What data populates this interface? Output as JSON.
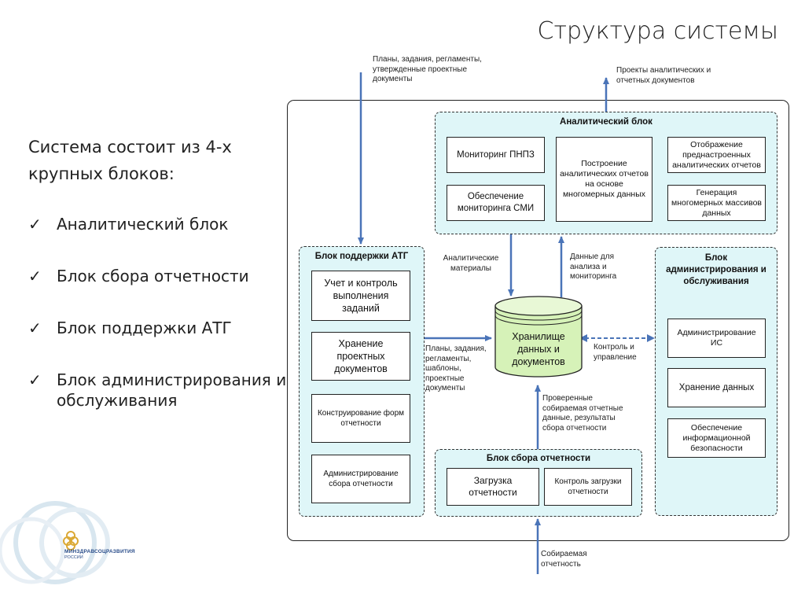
{
  "title": "Структура системы",
  "intro": "Система состоит из 4-х крупных блоков:",
  "bullets": [
    "Аналитический блок",
    "Блок сбора отчетности",
    "Блок поддержки АТГ",
    "Блок администрирования и обслуживания"
  ],
  "diagram": {
    "analytic_block": {
      "title": "Аналитический блок",
      "items": [
        "Мониторинг ПНПЗ",
        "Обеспечение мониторинга СМИ",
        "Построение аналитических отчетов на основе многомерных данных",
        "Отображение преднастроенных аналитических отчетов",
        "Генерация многомерных массивов данных"
      ]
    },
    "atg_block": {
      "title": "Блок поддержки АТГ",
      "items": [
        "Учет и контроль выполнения заданий",
        "Хранение проектных документов",
        "Конструирование форм отчетности",
        "Администрирование сбора отчетности"
      ]
    },
    "admin_block": {
      "title": "Блок администрирования и обслуживания",
      "items": [
        "Администрирование ИС",
        "Хранение данных",
        "Обеспечение информационной безопасности"
      ]
    },
    "collect_block": {
      "title": "Блок сбора отчетности",
      "items": [
        "Загрузка отчетности",
        "Контроль загрузки отчетности"
      ]
    },
    "storage": "Хранилище данных и документов",
    "notes": {
      "plans_in": "Планы, задания, регламенты, утвержденные проектные документы",
      "projects_out": "Проекты аналитических и отчетных документов",
      "analytic_materials": "Аналитические материалы",
      "data_for_analysis": "Данные для анализа и мониторинга",
      "plans_templates": "Планы, задания, регламенты, шаблоны, проектные документы",
      "control": "Контроль и управление",
      "verified": "Проверенные собираемая отчетные данные, результаты сбора отчетности",
      "collected": "Собираемая отчетность"
    }
  },
  "logo": {
    "line1": "МИНЗДРАВСОЦРАЗВИТИЯ",
    "line2": "РОССИИ"
  },
  "colors": {
    "accent_arrow": "#4a74b8",
    "group_fill": "#dff6f8",
    "cylinder_fill": "#d6f2b8"
  }
}
